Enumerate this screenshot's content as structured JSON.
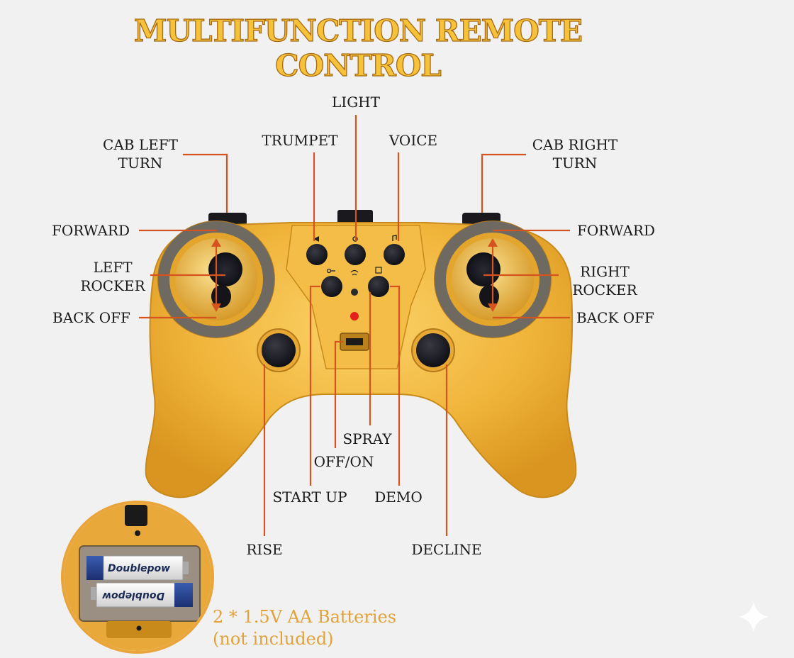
{
  "title": {
    "line1": "MULTIFUNCTION REMOTE",
    "line2": "CONTROL"
  },
  "labels": {
    "light": "LIGHT",
    "trumpet": "TRUMPET",
    "voice": "VOICE",
    "cab_left_l1": "CAB LEFT",
    "cab_left_l2": "TURN",
    "cab_right_l1": "CAB RIGHT",
    "cab_right_l2": "TURN",
    "forward_left": "FORWARD",
    "forward_right": "FORWARD",
    "left_rocker_l1": "LEFT",
    "left_rocker_l2": "ROCKER",
    "right_rocker_l1": "RIGHT",
    "right_rocker_l2": "ROCKER",
    "back_off_left": "BACK OFF",
    "back_off_right": "BACK OFF",
    "spray": "SPRAY",
    "off_on": "OFF/ON",
    "start_up": "START UP",
    "demo": "DEMO",
    "rise": "RISE",
    "decline": "DECLINE"
  },
  "battery": {
    "note_l1": "2 * 1.5V AA Batteries",
    "note_l2": "(not included)",
    "brand_top": "Doublepow",
    "brand_bottom": "Doublepow"
  },
  "colors": {
    "controller_body": "#f0b43a",
    "leader_line": "#d4531e",
    "title_fill": "#f6c23a",
    "title_stroke": "#a86a12"
  },
  "icons": {
    "trumpet_button": "horn-icon",
    "light_button": "bulb-icon",
    "voice_button": "music-note-icon",
    "start_button": "key-icon",
    "spray_button": "spray-icon",
    "demo_button": "demo-icon"
  }
}
